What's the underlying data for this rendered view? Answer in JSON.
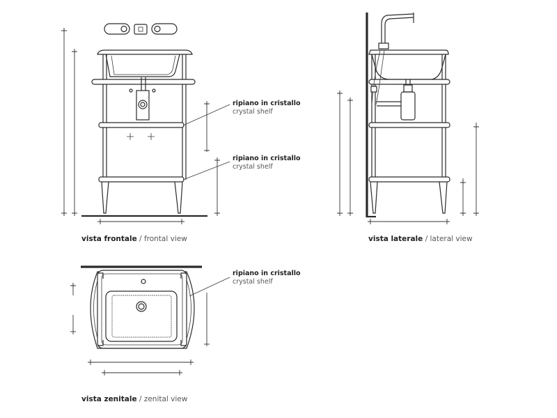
{
  "frontal": {
    "shelf_upper": {
      "it": "ripiano in cristallo",
      "en": "crystal shelf"
    },
    "shelf_lower": {
      "it": "ripiano in cristallo",
      "en": "crystal shelf"
    },
    "caption_bold": "vista frontale",
    "caption_sep": " / ",
    "caption_light": "frontal view"
  },
  "lateral": {
    "caption_bold": "vista laterale",
    "caption_sep": " / ",
    "caption_light": "lateral view"
  },
  "zenital": {
    "shelf": {
      "it": "ripiano in cristallo",
      "en": "crystal shelf"
    },
    "caption_bold": "vista zenitale",
    "caption_sep": " / ",
    "caption_light": "zenital view"
  }
}
